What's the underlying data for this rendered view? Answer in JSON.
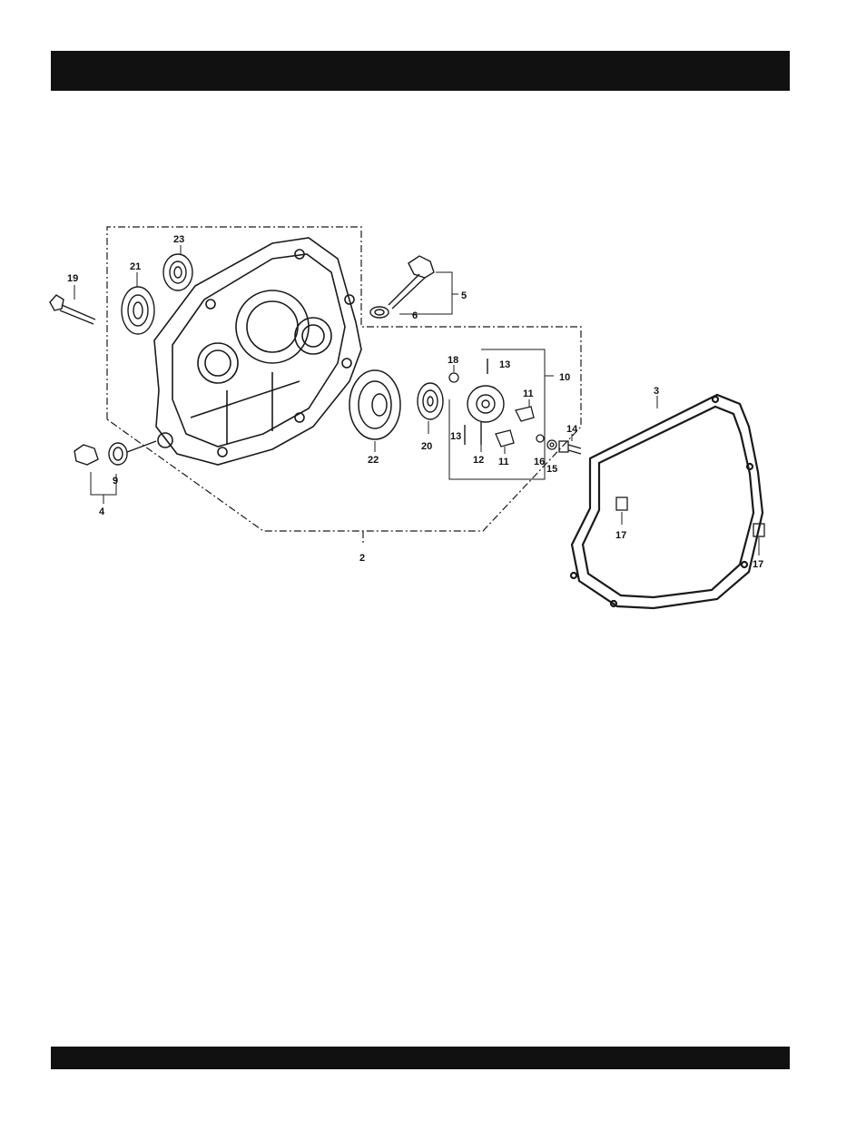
{
  "header": {
    "title": ""
  },
  "footer": {
    "text": ""
  },
  "diagram": {
    "callouts": [
      {
        "id": "c19",
        "text": "19"
      },
      {
        "id": "c21",
        "text": "21"
      },
      {
        "id": "c23",
        "text": "23"
      },
      {
        "id": "c5",
        "text": "5"
      },
      {
        "id": "c6",
        "text": "6"
      },
      {
        "id": "c18",
        "text": "18"
      },
      {
        "id": "c13a",
        "text": "13"
      },
      {
        "id": "c10",
        "text": "10"
      },
      {
        "id": "c11a",
        "text": "11"
      },
      {
        "id": "c14",
        "text": "14"
      },
      {
        "id": "c3",
        "text": "3"
      },
      {
        "id": "c22",
        "text": "22"
      },
      {
        "id": "c20",
        "text": "20"
      },
      {
        "id": "c13b",
        "text": "13"
      },
      {
        "id": "c12",
        "text": "12"
      },
      {
        "id": "c11b",
        "text": "11"
      },
      {
        "id": "c16",
        "text": "16"
      },
      {
        "id": "c15",
        "text": "15"
      },
      {
        "id": "c9",
        "text": "9"
      },
      {
        "id": "c4",
        "text": "4"
      },
      {
        "id": "c2",
        "text": "2"
      },
      {
        "id": "c17a",
        "text": "17"
      },
      {
        "id": "c17b",
        "text": "17"
      }
    ]
  }
}
